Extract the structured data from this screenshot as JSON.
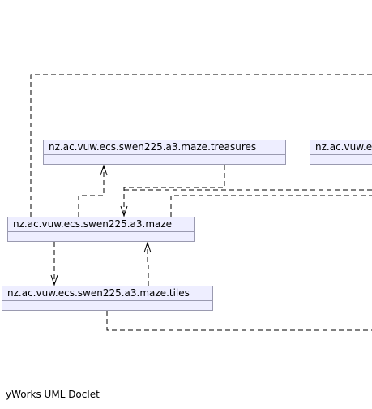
{
  "packages": {
    "treasures": {
      "label": "nz.ac.vuw.ecs.swen225.a3.maze.treasures"
    },
    "other": {
      "label": "nz.ac.vuw.e"
    },
    "maze": {
      "label": "nz.ac.vuw.ecs.swen225.a3.maze"
    },
    "tiles": {
      "label": "nz.ac.vuw.ecs.swen225.a3.maze.tiles"
    }
  },
  "dependencies": [
    {
      "from": "maze",
      "to": "treasures"
    },
    {
      "from": "treasures",
      "to": "maze"
    },
    {
      "from": "maze",
      "to": "tiles"
    },
    {
      "from": "tiles",
      "to": "maze"
    },
    {
      "from": "maze",
      "to": "other"
    },
    {
      "from": "other",
      "to": "maze"
    },
    {
      "from": "tiles",
      "to": "other"
    }
  ],
  "footer": {
    "text": "yWorks UML Doclet"
  },
  "colors": {
    "package_fill": "#eeeeff",
    "package_border": "#9a9ab0",
    "edge": "#000000"
  }
}
